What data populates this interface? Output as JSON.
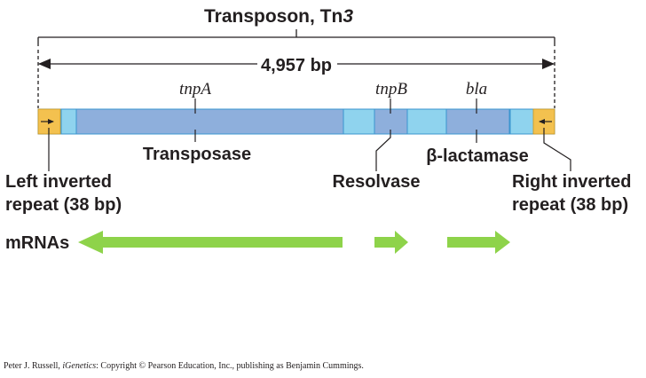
{
  "title": {
    "prefix": "Transposon, Tn",
    "suffix": "3"
  },
  "length_label": "4,957 bp",
  "genes": {
    "tnpA": {
      "name": "tnpA",
      "product": "Transposase"
    },
    "tnpB": {
      "name": "tnpB",
      "product": "Resolvase"
    },
    "bla": {
      "name": "bla",
      "product": "β-lactamase"
    }
  },
  "repeats": {
    "left": {
      "line1": "Left inverted",
      "line2": "repeat (38 bp)"
    },
    "right": {
      "line1": "Right inverted",
      "line2": "repeat (38 bp)"
    }
  },
  "mrna_label": "mRNAs",
  "footer": {
    "author": "Peter J. Russell, ",
    "book": "iGenetics",
    "rest": ": Copyright © Pearson Education, Inc., publishing as Benjamin Cummings."
  },
  "colors": {
    "repeat": "#f3c14f",
    "element_light": "#8fd3ee",
    "gene_box": "#8eafdc",
    "outline": "#3a95cf",
    "arrow": "#8ed34a",
    "line": "#231f20"
  }
}
